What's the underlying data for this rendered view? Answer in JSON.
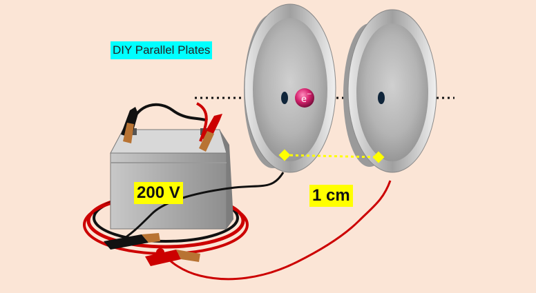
{
  "title": "DIY Parallel Plates",
  "voltage_label": "200 V",
  "gap_label": "1 cm",
  "electron_label": "e",
  "electron_charge": "−",
  "colors": {
    "background": "#fbe5d6",
    "title_highlight": "#00ffff",
    "label_highlight": "#ffff00",
    "red_wire": "#cc0000",
    "black_wire": "#111111",
    "electron": "#d6226e"
  }
}
